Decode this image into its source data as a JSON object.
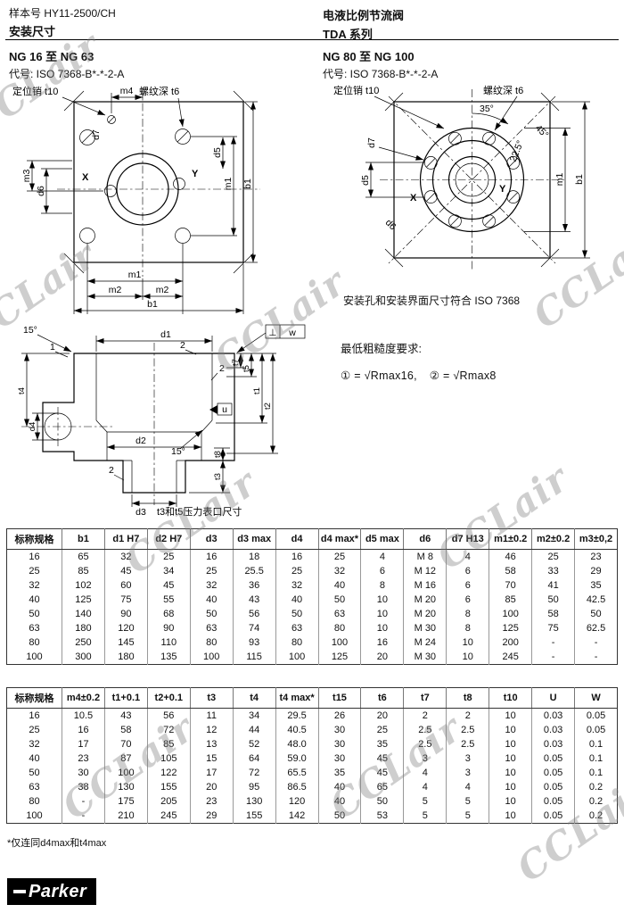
{
  "watermark": {
    "text": "CCLair"
  },
  "header": {
    "doc_number": "样本号 HY11-2500/CH",
    "subtitle": "安装尺寸",
    "product": "电液比例节流阀",
    "series": "TDA 系列"
  },
  "sections": {
    "left": {
      "title": "NG 16 至 NG 63",
      "code": "代号: ISO 7368-B*-*-2-A"
    },
    "right": {
      "title": "NG 80 至 NG 100",
      "code": "代号: ISO 7368-B*-*-2-A"
    }
  },
  "drawing1": {
    "labels": {
      "pin": "定位销 t10",
      "thread": "螺纹深 t6",
      "m4": "m4",
      "d7": "d7",
      "m3": "m3",
      "d6": "d6",
      "d5": "d5",
      "x": "X",
      "y": "Y",
      "m1_right": "m1",
      "b1_right": "b1",
      "m1_bottom": "m1",
      "m2_left": "m2",
      "m2_right": "m2",
      "b1_bottom": "b1"
    }
  },
  "drawing2": {
    "labels": {
      "pin": "定位销 t10",
      "thread": "螺纹深 t6",
      "angle35": "35°",
      "angle45": "45°",
      "angle225": "22.5°",
      "d7": "d7",
      "d5": "d5",
      "d6": "d6",
      "x": "X",
      "y": "Y",
      "m1": "m1",
      "b1": "b1"
    },
    "caption": "安装孔和安装界面尺寸符合 ISO 7368"
  },
  "drawing3": {
    "labels": {
      "angle15_top": "15°",
      "d1": "d1",
      "datum_sym": "⊥",
      "datum_w": "w",
      "c1": "1",
      "c2a": "2",
      "c2b": "2",
      "c2c": "2",
      "t7": "t7",
      "t5": "t5",
      "t1": "t1",
      "t2": "t2",
      "t4": "t4",
      "d4": "d4",
      "d2": "d2",
      "angle15_mid": "15°",
      "u": "u",
      "t8": "t8",
      "t3": "t3",
      "d3": "d3"
    },
    "caption": "t3和t5压力表口尺寸"
  },
  "roughness": {
    "title": "最低粗糙度要求:",
    "item1": "① = √Rmax16,",
    "item2": "② = √Rmax8"
  },
  "table1": {
    "headers": [
      "标称规格",
      "b1",
      "d1 H7",
      "d2 H7",
      "d3",
      "d3 max",
      "d4",
      "d4 max*",
      "d5 max",
      "d6",
      "d7 H13",
      "m1±0.2",
      "m2±0.2",
      "m3±0,2"
    ],
    "rows": [
      [
        "16",
        "65",
        "32",
        "25",
        "16",
        "18",
        "16",
        "25",
        "4",
        "M 8",
        "4",
        "46",
        "25",
        "23"
      ],
      [
        "25",
        "85",
        "45",
        "34",
        "25",
        "25.5",
        "25",
        "32",
        "6",
        "M 12",
        "6",
        "58",
        "33",
        "29"
      ],
      [
        "32",
        "102",
        "60",
        "45",
        "32",
        "36",
        "32",
        "40",
        "8",
        "M 16",
        "6",
        "70",
        "41",
        "35"
      ],
      [
        "40",
        "125",
        "75",
        "55",
        "40",
        "43",
        "40",
        "50",
        "10",
        "M 20",
        "6",
        "85",
        "50",
        "42.5"
      ],
      [
        "50",
        "140",
        "90",
        "68",
        "50",
        "56",
        "50",
        "63",
        "10",
        "M 20",
        "8",
        "100",
        "58",
        "50"
      ],
      [
        "63",
        "180",
        "120",
        "90",
        "63",
        "74",
        "63",
        "80",
        "10",
        "M 30",
        "8",
        "125",
        "75",
        "62.5"
      ],
      [
        "80",
        "250",
        "145",
        "110",
        "80",
        "93",
        "80",
        "100",
        "16",
        "M 24",
        "10",
        "200",
        "-",
        "-"
      ],
      [
        "100",
        "300",
        "180",
        "135",
        "100",
        "115",
        "100",
        "125",
        "20",
        "M 30",
        "10",
        "245",
        "-",
        "-"
      ]
    ]
  },
  "table2": {
    "headers": [
      "标称规格",
      "m4±0.2",
      "t1+0.1",
      "t2+0.1",
      "t3",
      "t4",
      "t4 max*",
      "t15",
      "t6",
      "t7",
      "t8",
      "t10",
      "U",
      "W"
    ],
    "rows": [
      [
        "16",
        "10.5",
        "43",
        "56",
        "11",
        "34",
        "29.5",
        "26",
        "20",
        "2",
        "2",
        "10",
        "0.03",
        "0.05"
      ],
      [
        "25",
        "16",
        "58",
        "72",
        "12",
        "44",
        "40.5",
        "30",
        "25",
        "2.5",
        "2.5",
        "10",
        "0.03",
        "0.05"
      ],
      [
        "32",
        "17",
        "70",
        "85",
        "13",
        "52",
        "48.0",
        "30",
        "35",
        "2.5",
        "2.5",
        "10",
        "0.03",
        "0.1"
      ],
      [
        "40",
        "23",
        "87",
        "105",
        "15",
        "64",
        "59.0",
        "30",
        "45",
        "3",
        "3",
        "10",
        "0.05",
        "0.1"
      ],
      [
        "50",
        "30",
        "100",
        "122",
        "17",
        "72",
        "65.5",
        "35",
        "45",
        "4",
        "3",
        "10",
        "0.05",
        "0.1"
      ],
      [
        "63",
        "38",
        "130",
        "155",
        "20",
        "95",
        "86.5",
        "40",
        "65",
        "4",
        "4",
        "10",
        "0.05",
        "0.2"
      ],
      [
        "80",
        "-",
        "175",
        "205",
        "23",
        "130",
        "120",
        "40",
        "50",
        "5",
        "5",
        "10",
        "0.05",
        "0.2"
      ],
      [
        "100",
        "-",
        "210",
        "245",
        "29",
        "155",
        "142",
        "50",
        "53",
        "5",
        "5",
        "10",
        "0.05",
        "0.2"
      ]
    ]
  },
  "footnote": "*仅连同d4max和t4max",
  "logo": {
    "brand": "Parker"
  }
}
